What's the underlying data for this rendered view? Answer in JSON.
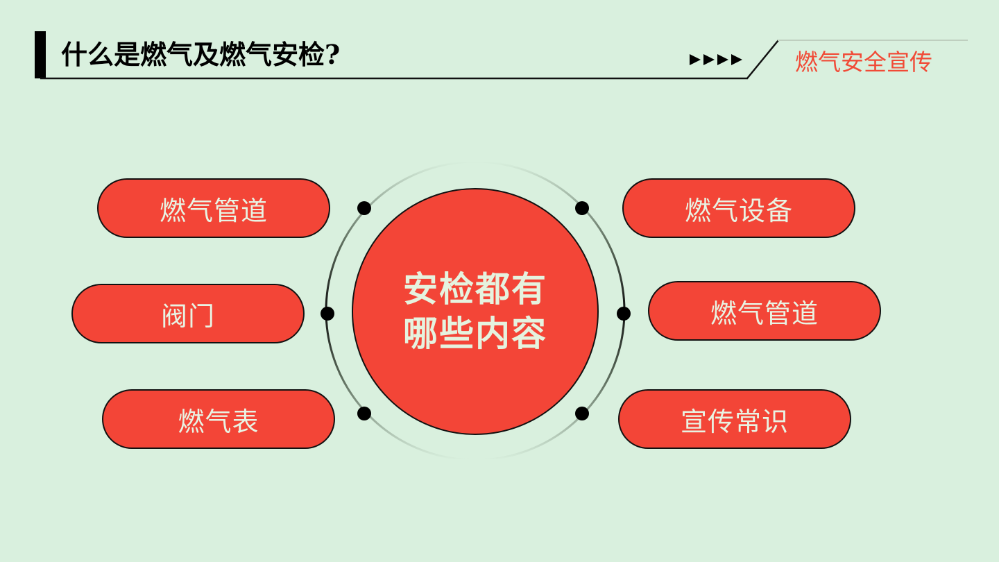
{
  "header": {
    "title": "什么是燃气及燃气安检?",
    "brand": "燃气安全宣传",
    "arrows_icon": "four-right-triangles",
    "accent_color": "#f14a36"
  },
  "diagram": {
    "center_line1": "安检都有",
    "center_line2": "哪些内容",
    "left_items": [
      "燃气管道",
      "阀门",
      "燃气表"
    ],
    "right_items": [
      "燃气设备",
      "燃气管道",
      "宣传常识"
    ],
    "fill_color": "#f34537",
    "text_color": "#e8f3e3",
    "background": "#d9f0de"
  }
}
